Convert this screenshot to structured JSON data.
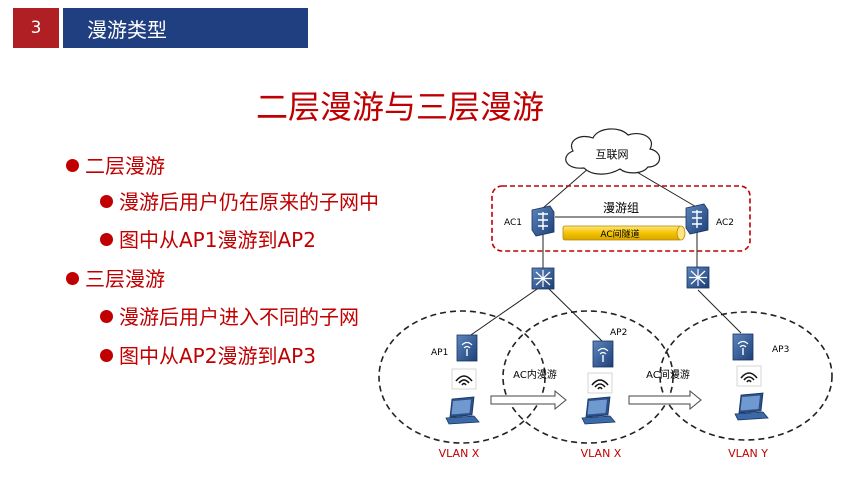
{
  "header": {
    "number": "3",
    "title": "漫游类型"
  },
  "title": "二层漫游与三层漫游",
  "bullets": {
    "l2": "二层漫游",
    "l2_sub1": "漫游后用户仍在原来的子网中",
    "l2_sub2": "图中从AP1漫游到AP2",
    "l3": "三层漫游",
    "l3_sub1": "漫游后用户进入不同的子网",
    "l3_sub2": "图中从AP2漫游到AP3"
  },
  "diagram": {
    "internet": "互联网",
    "roam_group": "漫游组",
    "ac1": "AC1",
    "ac2": "AC2",
    "tunnel": "AC间隧道",
    "ap1": "AP1",
    "ap2": "AP2",
    "ap3": "AP3",
    "intra_ac": "AC内漫游",
    "inter_ac": "AC间漫游",
    "vlan1": "VLAN X",
    "vlan2": "VLAN X",
    "vlan3": "VLAN Y"
  }
}
